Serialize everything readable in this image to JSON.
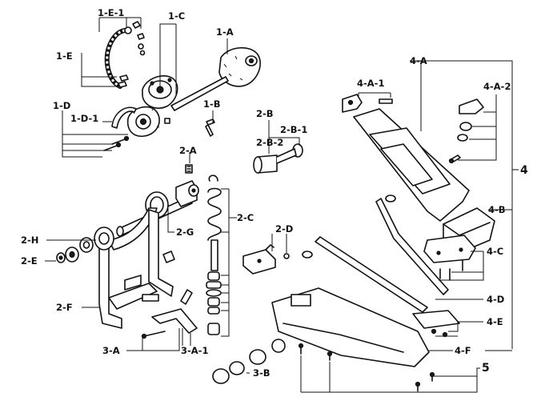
{
  "labels": {
    "l_1E1": "1-E-1",
    "l_1C": "1-C",
    "l_1A": "1-A",
    "l_1E": "1-E",
    "l_1B": "1-B",
    "l_1D": "1-D",
    "l_1D1": "1-D-1",
    "l_2B": "2-B",
    "l_2B1": "2-B-1",
    "l_2B2": "2-B-2",
    "l_2A": "2-A",
    "l_2G": "2-G",
    "l_2C": "2-C",
    "l_2D": "2-D",
    "l_2H": "2-H",
    "l_2E": "2-E",
    "l_2F": "2-F",
    "l_3A": "3-A",
    "l_3A1": "3-A-1",
    "l_3B": "3-B",
    "l_4A": "4-A",
    "l_4A1": "4-A-1",
    "l_4A2": "4-A-2",
    "l_4": "4",
    "l_4B": "4-B",
    "l_4C": "4-C",
    "l_4D": "4-D",
    "l_4E": "4-E",
    "l_4F": "4-F",
    "l_5": "5"
  }
}
